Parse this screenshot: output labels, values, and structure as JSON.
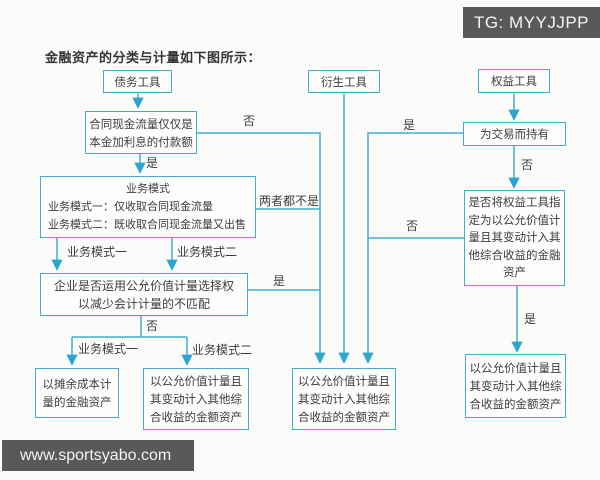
{
  "header": {
    "title": "金融资产的分类与计量如下图所示："
  },
  "watermark": {
    "tg_badge": "TG: MYYJJPP",
    "site": "www.sportsyabo.com"
  },
  "colors": {
    "line": "#41aecf",
    "badge_bg": "#595959",
    "text": "#3c3c3c",
    "background": "#fbfbfa"
  },
  "chart": {
    "type": "flowchart",
    "nodes": {
      "debt_tool": {
        "label": "债务工具"
      },
      "derivative_tool": {
        "label": "衍生工具"
      },
      "equity_tool": {
        "label": "权益工具"
      },
      "cashflow_test": {
        "line1": "合同现金流量仅仅是",
        "line2": "本金加利息的付款额"
      },
      "business_model": {
        "title": "业务模式",
        "line1": "业务模式一：仅收取合同现金流量",
        "line2": "业务模式二：既收取合同现金流量又出售"
      },
      "fvo_test": {
        "line1": "企业是否运用公允价值计量选择权",
        "line2": "以减少会计计量的不匹配"
      },
      "amortized_cost": {
        "line1": "以摊余成本计",
        "line2": "量的金融资产"
      },
      "fvoci_left": {
        "line1": "以公允价值计量且",
        "line2": "其变动计入其他综",
        "line3": "合收益的金额资产"
      },
      "fvtpl_middle": {
        "line1": "以公允价值计量且",
        "line2": "其变动计入其他综",
        "line3": "合收益的金额资产"
      },
      "held_for_trading": {
        "label": "为交易而持有"
      },
      "oci_designation": {
        "line1": "是否将权益工具指",
        "line2": "定为以公允价值计",
        "line3": "量且其变动计入其",
        "line4": "他综合收益的金融",
        "line5": "资产"
      },
      "fvoci_right": {
        "line1": "以公允价值计量且",
        "line2": "其变动计入其他综",
        "line3": "合收益的金额资产"
      }
    },
    "edge_labels": {
      "no_sppi": "否",
      "yes_sppi": "是",
      "neither": "两者都不是",
      "mode1_upper": "业务模式一",
      "mode2_upper": "业务模式二",
      "yes_fvo": "是",
      "no_fvo": "否",
      "mode1_lower": "业务模式一",
      "mode2_lower": "业务模式二",
      "yes_trading": "是",
      "no_trading": "否",
      "no_designation": "否",
      "yes_designation": "是"
    }
  }
}
